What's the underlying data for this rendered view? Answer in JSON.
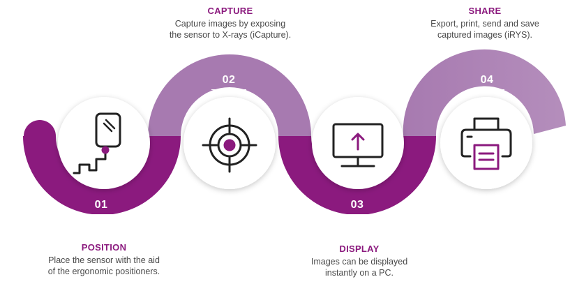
{
  "steps": [
    {
      "number": "01",
      "title": "POSITION",
      "description": [
        "Place the sensor with the aid",
        "of the ergonomic positioners."
      ],
      "icon": "sensor-icon"
    },
    {
      "number": "02",
      "title": "CAPTURE",
      "description": [
        "Capture images by exposing",
        "the sensor to X-rays (iCapture)."
      ],
      "icon": "target-icon"
    },
    {
      "number": "03",
      "title": "DISPLAY",
      "description": [
        "Images can be displayed",
        "instantly on a PC."
      ],
      "icon": "monitor-upload-icon"
    },
    {
      "number": "04",
      "title": "SHARE",
      "description": [
        "Export, print, send and save",
        "captured images (iRYS)."
      ],
      "icon": "printer-icon"
    }
  ],
  "colors": {
    "dark_purple": "#8B1A7E",
    "light_purple": "#A77AB0",
    "title": "#8B1A7E",
    "icon": "#222222"
  }
}
